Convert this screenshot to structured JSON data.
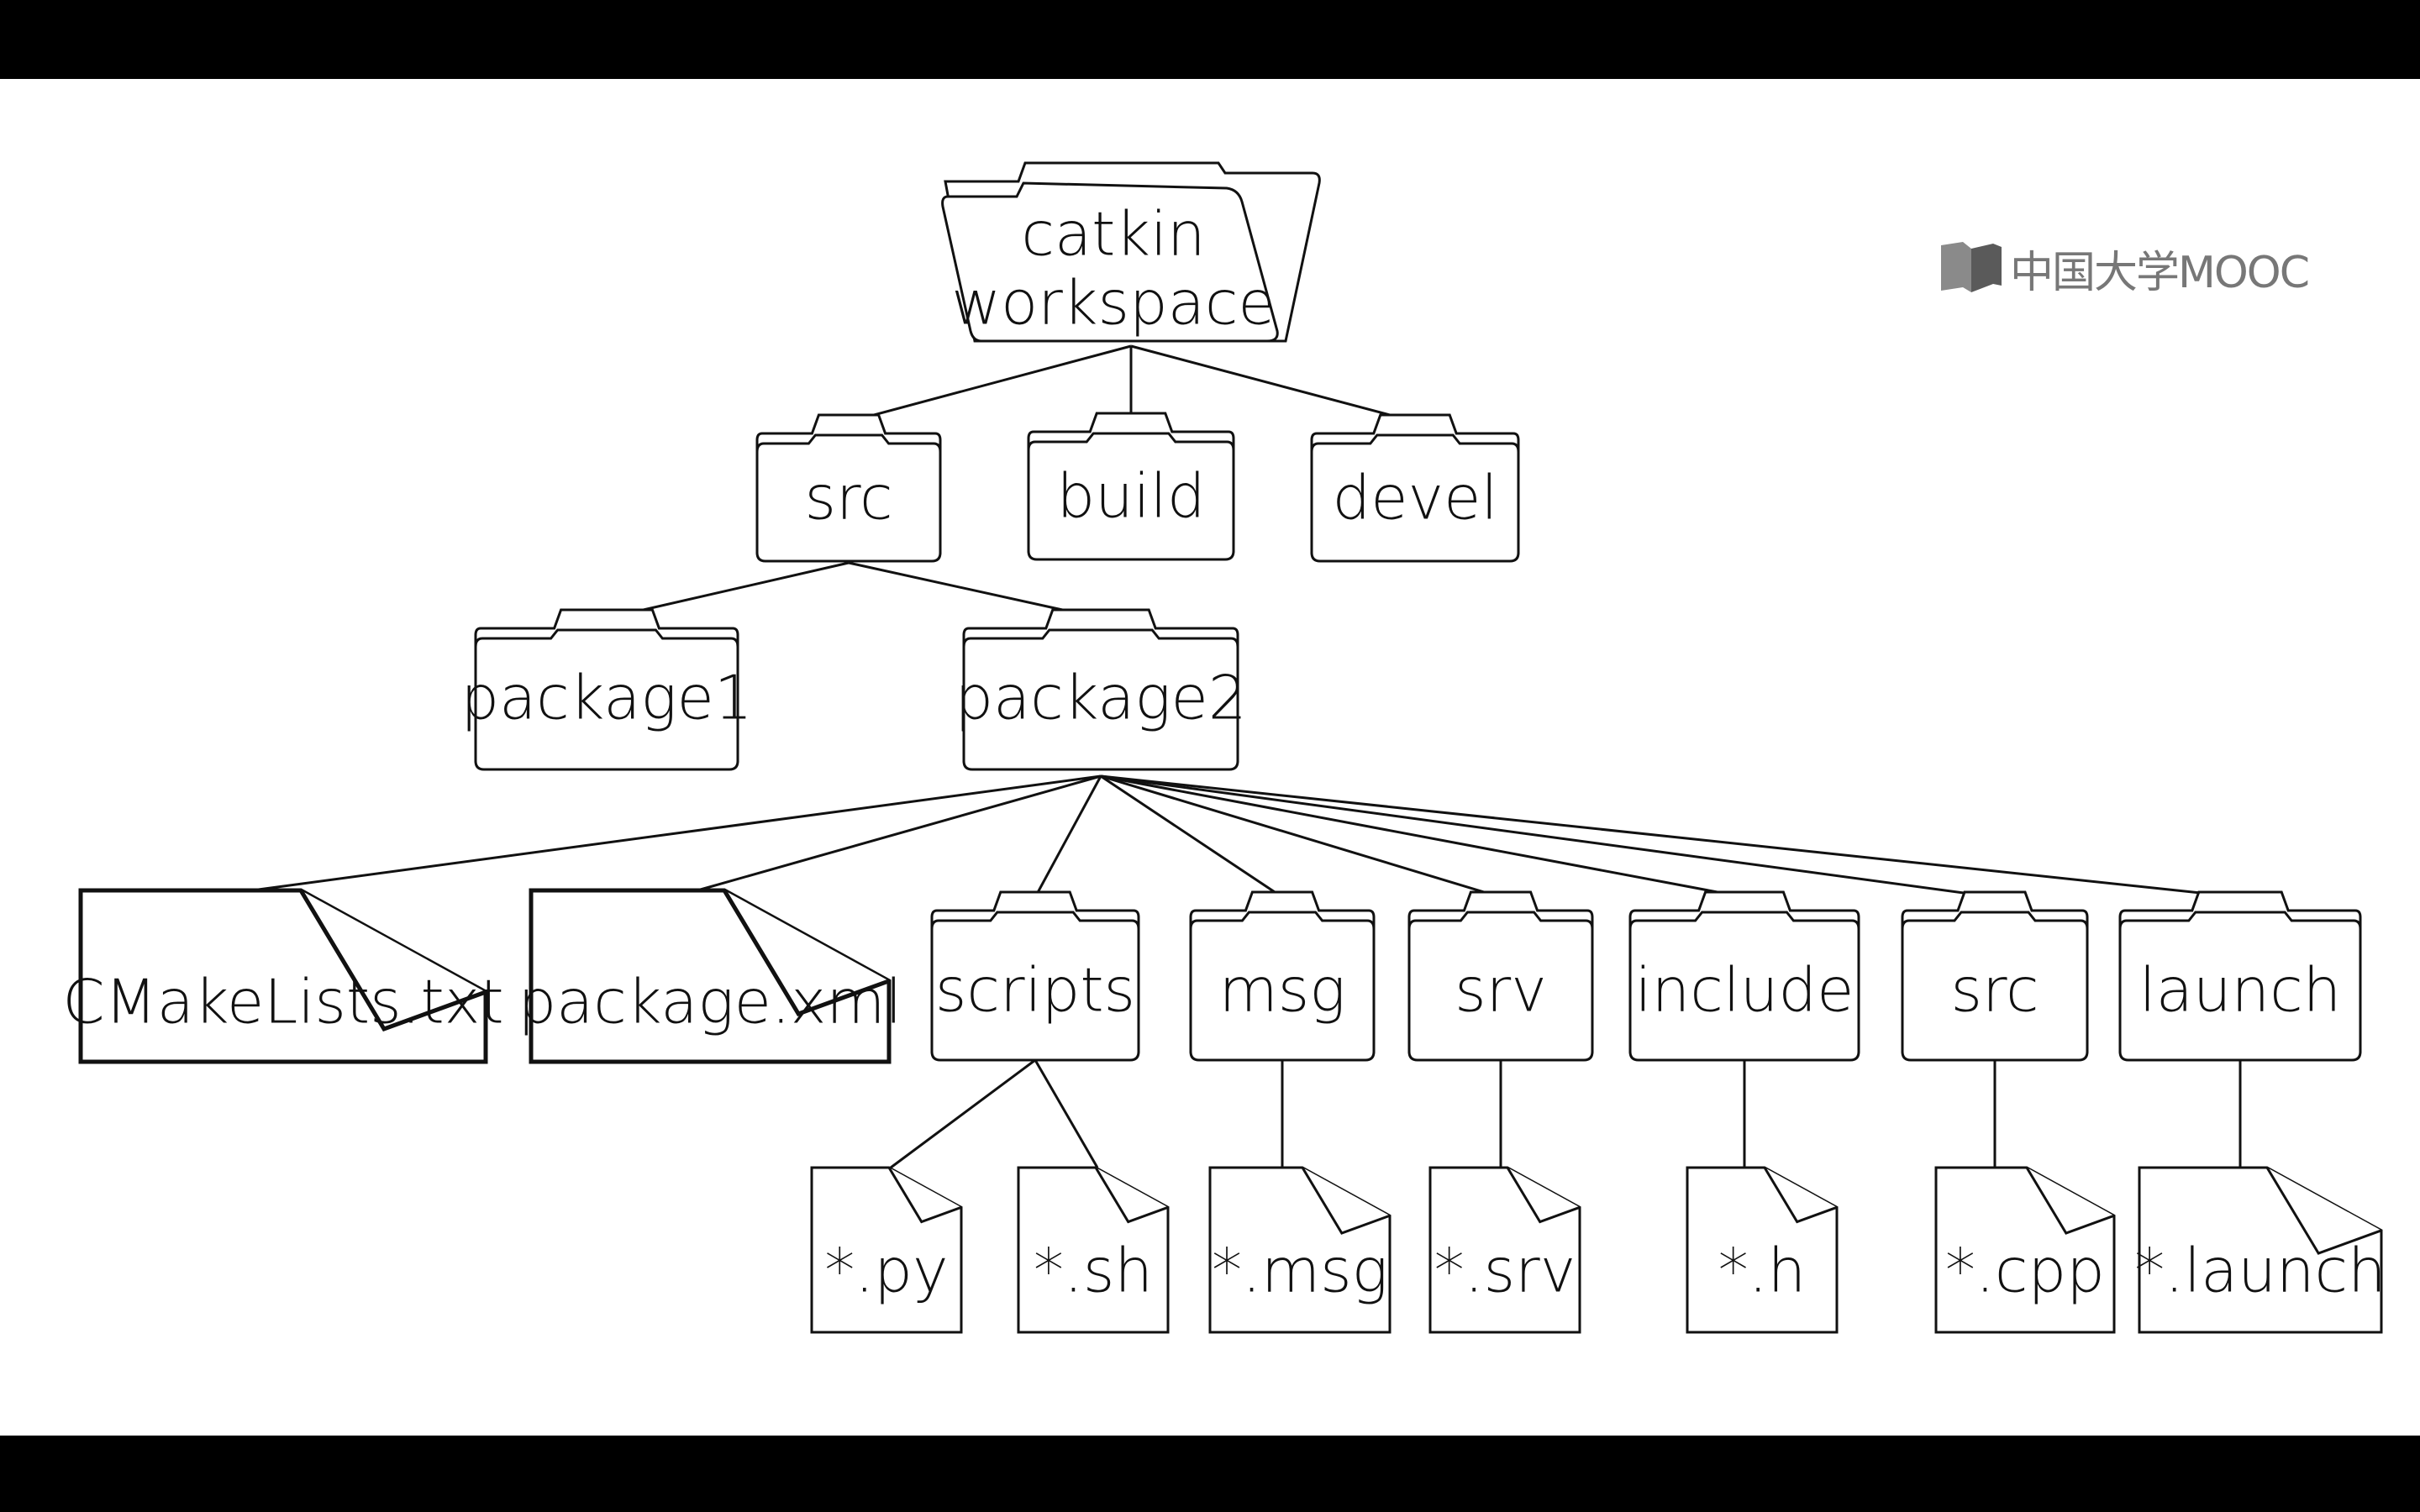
{
  "logo": {
    "text": "中国大学MOOC",
    "color": "#777777"
  },
  "colors": {
    "line": "#111111",
    "background": "#ffffff",
    "letterbox": "#000000"
  },
  "tree": {
    "root": {
      "label_lines": [
        "catkin",
        "workspace"
      ],
      "kind": "open-folder"
    },
    "level1": [
      {
        "label": "src",
        "kind": "folder"
      },
      {
        "label": "build",
        "kind": "folder"
      },
      {
        "label": "devel",
        "kind": "folder"
      }
    ],
    "packages": [
      {
        "label": "package1",
        "kind": "folder"
      },
      {
        "label": "package2",
        "kind": "folder"
      }
    ],
    "package2_children": [
      {
        "label": "CMakeLists.txt",
        "kind": "file"
      },
      {
        "label": "package.xml",
        "kind": "file"
      },
      {
        "label": "scripts",
        "kind": "folder"
      },
      {
        "label": "msg",
        "kind": "folder"
      },
      {
        "label": "srv",
        "kind": "folder"
      },
      {
        "label": "include",
        "kind": "folder"
      },
      {
        "label": "src",
        "kind": "folder"
      },
      {
        "label": "launch",
        "kind": "folder"
      }
    ],
    "leaf_files": [
      {
        "label": "*.py",
        "parent": "scripts"
      },
      {
        "label": "*.sh",
        "parent": "scripts"
      },
      {
        "label": "*.msg",
        "parent": "msg"
      },
      {
        "label": "*.srv",
        "parent": "srv"
      },
      {
        "label": "*.h",
        "parent": "include"
      },
      {
        "label": "*.cpp",
        "parent": "src"
      },
      {
        "label": "*.launch",
        "parent": "launch"
      }
    ]
  }
}
